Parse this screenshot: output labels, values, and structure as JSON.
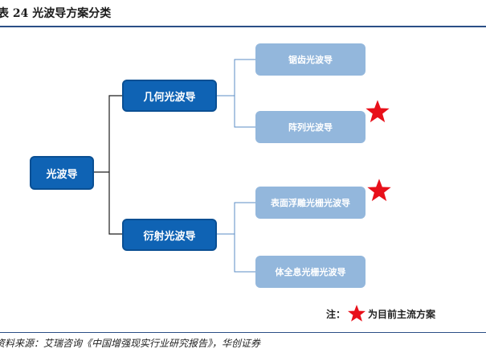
{
  "figure": {
    "title": "表 24 光波导方案分类",
    "source": "资料来源：艾瑞咨询《中国增强现实行业研究报告》，华创证券"
  },
  "diagram": {
    "root": "光波导",
    "branches": [
      {
        "label": "几何光波导",
        "children": [
          {
            "label": "锯齿光波导",
            "mainstream": false
          },
          {
            "label": "阵列光波导",
            "mainstream": true
          }
        ]
      },
      {
        "label": "衍射光波导",
        "children": [
          {
            "label": "表面浮雕光栅光波导",
            "mainstream": true
          },
          {
            "label": "体全息光栅光波导",
            "mainstream": false
          }
        ]
      }
    ]
  },
  "legend": {
    "prefix": "注：",
    "text": "为目前主流方案"
  },
  "colors": {
    "dark_node": "#0f63b4",
    "light_node": "#93b7dc",
    "connector": "#1e1e1e",
    "leaf_connector": "#5b8cc4",
    "star": "#e8101a",
    "rule": "#2b4f86"
  }
}
